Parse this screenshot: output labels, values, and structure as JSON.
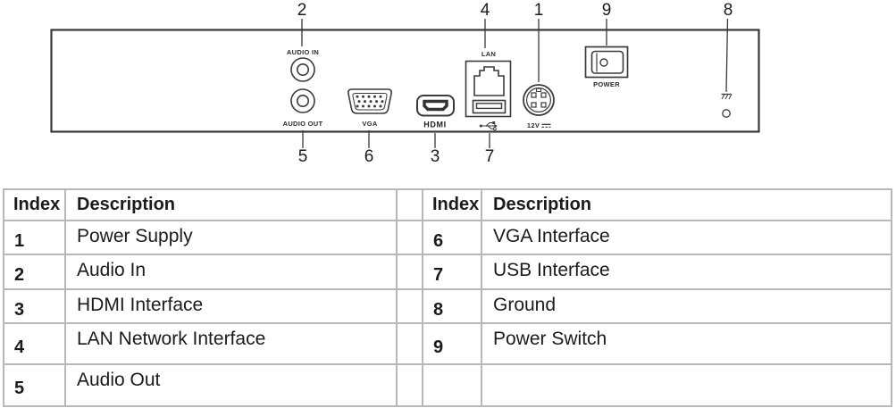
{
  "diagram": {
    "callouts": [
      "1",
      "2",
      "3",
      "4",
      "5",
      "6",
      "7",
      "8",
      "9"
    ],
    "labels": {
      "audio_in": "AUDIO IN",
      "audio_out": "AUDIO OUT",
      "vga": "VGA",
      "hdmi": "HDMI",
      "lan": "LAN",
      "power": "POWER",
      "voltage": "12V"
    },
    "colors": {
      "line": "#3a3a3a",
      "table_border": "#b8b8b8"
    }
  },
  "table": {
    "headers": {
      "index": "Index",
      "description": "Description"
    },
    "left_rows": [
      {
        "index": "1",
        "description": "Power Supply"
      },
      {
        "index": "2",
        "description": "Audio In"
      },
      {
        "index": "3",
        "description": "HDMI Interface"
      },
      {
        "index": "4",
        "description": "LAN Network Interface"
      },
      {
        "index": "5",
        "description": "Audio Out"
      }
    ],
    "right_rows": [
      {
        "index": "6",
        "description": "VGA Interface"
      },
      {
        "index": "7",
        "description": "USB Interface"
      },
      {
        "index": "8",
        "description": "Ground"
      },
      {
        "index": "9",
        "description": "Power Switch"
      },
      {
        "index": "",
        "description": ""
      }
    ]
  }
}
